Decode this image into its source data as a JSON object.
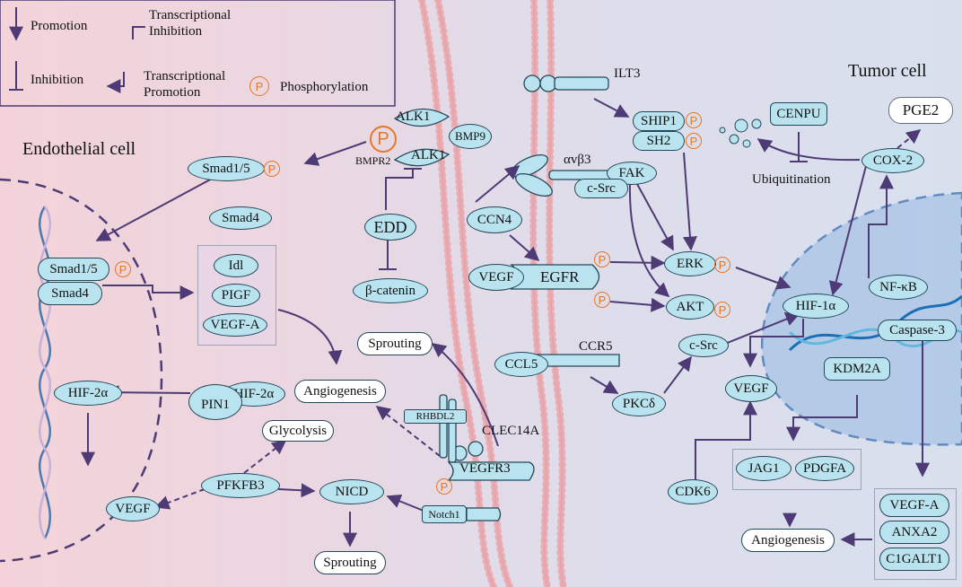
{
  "legend": {
    "promotion": "Promotion",
    "transcriptional_inhibition": "Transcriptional Inhibition",
    "inhibition": "Inhibition",
    "transcriptional_promotion": "Transcriptional Promotion",
    "phosphorylation": "Phosphorylation",
    "phospho_symbol": "P"
  },
  "cells": {
    "endothelial": "Endothelial cell",
    "tumor": "Tumor cell"
  },
  "colors": {
    "node_fill": "#b9e3ee",
    "arrow": "#4e3a75",
    "phospho": "#e87722",
    "nucleus_fill": "#a9c4e6",
    "membrane": "#e8a3a8"
  },
  "endothelial": {
    "smad15": "Smad1/5",
    "smad4": "Smad4",
    "nuc_smad15": "Smad1/5",
    "nuc_smad4": "Smad4",
    "idl": "Idl",
    "pigf": "PIGF",
    "vegfa": "VEGF-A",
    "hif2a_nuc": "HIF-2α",
    "hif2a": "HIF-2α",
    "pin1": "PIN1",
    "vegf": "VEGF",
    "pfkfb3": "PFKFB3",
    "glycolysis": "Glycolysis",
    "angiogenesis": "Angiogenesis",
    "nicd": "NICD",
    "sprouting_bottom": "Sprouting",
    "notch1": "Notch1"
  },
  "membrane": {
    "alk1_top": "ALK1",
    "bmp9": "BMP9",
    "bmpr2": "BMPR2",
    "alk1_bottom": "ALK1",
    "edd": "EDD",
    "beta_catenin": "β-catenin",
    "sprouting": "Sprouting",
    "rhbdl2": "RHBDL2",
    "clec14a": "CLEC14A",
    "vegfr3": "VEGFR3",
    "ccn4": "CCN4",
    "avb3": "αvβ3",
    "fak": "FAK",
    "csrc_mem": "c-Src",
    "vegf": "VEGF",
    "egfr": "EGFR",
    "ccl5": "CCL5",
    "ccr5": "CCR5",
    "pkcd": "PKCδ",
    "ilt3": "ILT3"
  },
  "tumor": {
    "ship1": "SHIP1",
    "sh2": "SH2",
    "cenpu": "CENPU",
    "pge2": "PGE2",
    "cox2": "COX-2",
    "ubiquitination": "Ubiquitination",
    "erk": "ERK",
    "akt": "AKT",
    "hif1a": "HIF-1α",
    "nfkb": "NF-κB",
    "caspase3": "Caspase-3",
    "csrc": "c-Src",
    "vegf": "VEGF",
    "kdm2a": "KDM2A",
    "cdk6": "CDK6",
    "jag1": "JAG1",
    "pdgfa": "PDGFA",
    "angiogenesis": "Angiogenesis",
    "vegfa": "VEGF-A",
    "anxa2": "ANXA2",
    "c1galt1": "C1GALT1"
  }
}
